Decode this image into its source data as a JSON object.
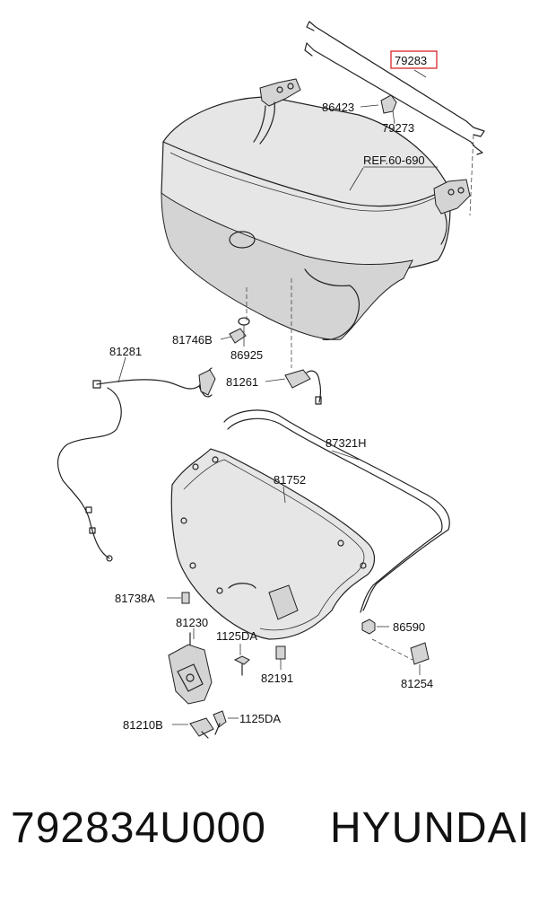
{
  "diagram": {
    "highlighted_part": "79283",
    "highlight_color": "#d9262b",
    "reference": "REF.60-690",
    "labels": {
      "p79283": "79283",
      "p86423": "86423",
      "p79273": "79273",
      "p81746B": "81746B",
      "p86925": "86925",
      "p81281": "81281",
      "p81261": "81261",
      "p87321H": "87321H",
      "p81752": "81752",
      "p81738A": "81738A",
      "p86590": "86590",
      "p81230": "81230",
      "p1125DA_a": "1125DA",
      "p82191": "82191",
      "p81254": "81254",
      "p81210B": "81210B",
      "p1125DA_b": "1125DA"
    }
  },
  "footer": {
    "part_number": "792834U000",
    "brand": "HYUNDAI"
  }
}
